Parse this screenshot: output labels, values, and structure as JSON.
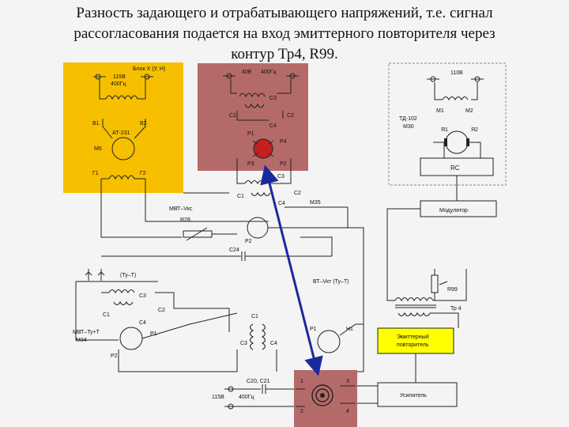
{
  "title": {
    "line1": "Разность задающего и отрабатывающего напряжений, т.е. сигнал",
    "line2": "рассогласования подается на вход эмиттерного повторителя через",
    "line3": "контур Тр4, R99."
  },
  "colors": {
    "yellow_block": "#f6c000",
    "red_block": "#b56a6a",
    "emitter_block": "#ffff00",
    "arrow": "#1a2a9c"
  },
  "block_yellow": {
    "header": "Блок Х (У, Н)",
    "supply_voltage": "115В",
    "supply_freq": "400Гц",
    "b1": "В1",
    "b2": "В2",
    "motor_model": "АТ-231",
    "motor_id": "М6",
    "g1": "Г1",
    "g2": "Г2"
  },
  "block_red_top": {
    "supply_voltage": "40В",
    "supply_freq": "400Гц",
    "c1": "С1",
    "c2": "С2",
    "c3": "С3",
    "c4": "С4",
    "p1": "Р1",
    "p2": "Р2",
    "p3": "Р3",
    "p4": "Р4"
  },
  "block_right": {
    "supply_voltage": "110В",
    "m1": "М1",
    "m2": "М2",
    "motor_model": "ТД-102",
    "motor_id": "М30",
    "ya1": "Я1",
    "ya2": "Я2",
    "rc_label": "RC",
    "modulator_label": "Модулятор"
  },
  "middle": {
    "c1": "С1",
    "c2": "С2",
    "c3": "С3",
    "c4": "С4",
    "mvt_label": "МВТ–Vкс",
    "r28": "R28",
    "m35": "М35",
    "p2": "Р2",
    "c24": "С24"
  },
  "lower_left": {
    "tu_t": "(Ту–Т)",
    "c1": "С1",
    "c2": "С2",
    "c3": "С3",
    "c4": "С4",
    "mvt_label": "МВТ–Ту+Т",
    "motor_id": "М34",
    "p1": "Р1",
    "p2": "Р2"
  },
  "lower_mid": {
    "c1": "С1",
    "c3": "С3",
    "c4": "С4",
    "caps": "С20, С21",
    "supply_voltage": "115В",
    "supply_freq": "400Гц"
  },
  "lower_right": {
    "vt_label": "ВТ–Vкт (Ту–Т)",
    "p1": "Р1",
    "h1": "Н1",
    "r99": "R99",
    "tp4": "Тр 4",
    "emitter_line1": "Эмиттерный",
    "emitter_line2": "повторитель",
    "amplifier_label": "Усилитель"
  },
  "transformer_bottom": {
    "pin1": "1",
    "pin2": "2",
    "pin3": "3",
    "pin4": "4"
  }
}
